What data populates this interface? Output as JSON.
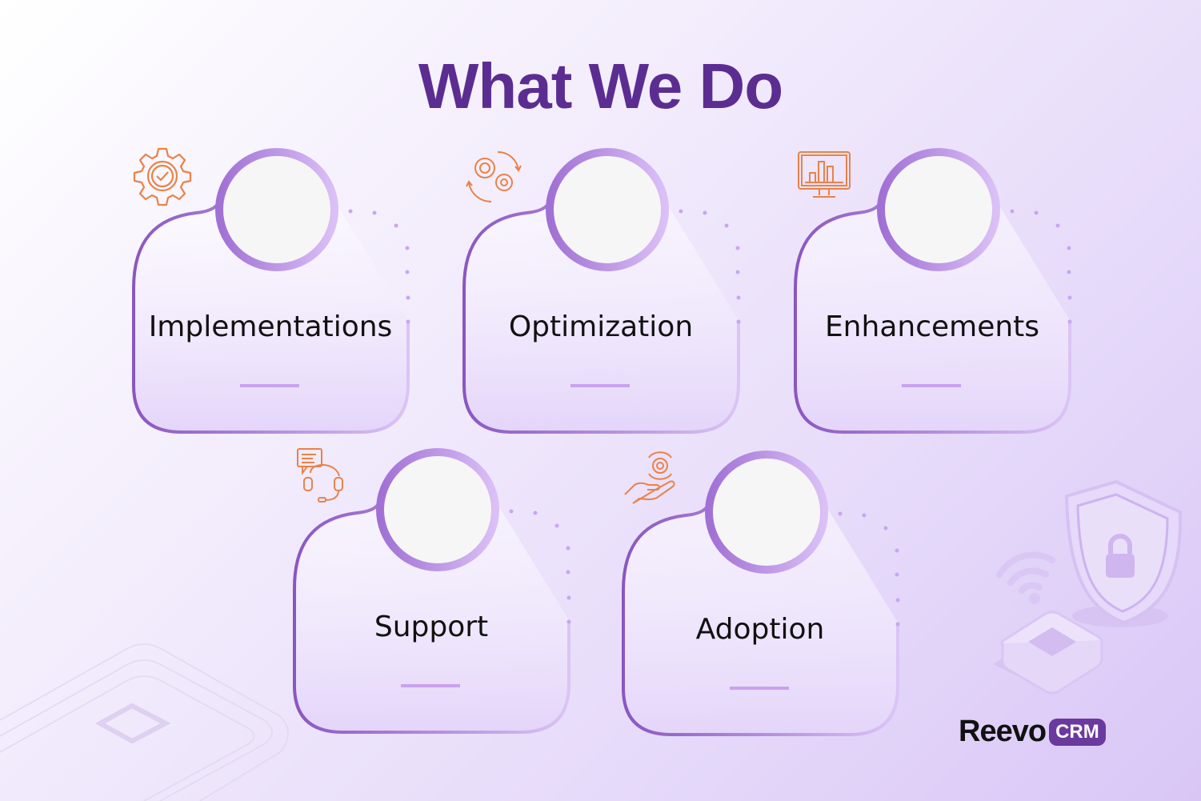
{
  "title": "What We Do",
  "services": [
    {
      "label": "Implementations",
      "icon": "gear-check-icon"
    },
    {
      "label": "Optimization",
      "icon": "gears-cycle-icon"
    },
    {
      "label": "Enhancements",
      "icon": "monitor-bar-chart-icon"
    },
    {
      "label": "Support",
      "icon": "headset-chat-icon"
    },
    {
      "label": "Adoption",
      "icon": "hand-gear-icon"
    }
  ],
  "brand": {
    "name": "Reevo",
    "badge": "CRM"
  },
  "colors": {
    "title": "#5b2d91",
    "accent": "#b68ae6",
    "icon": "#e9824a"
  }
}
